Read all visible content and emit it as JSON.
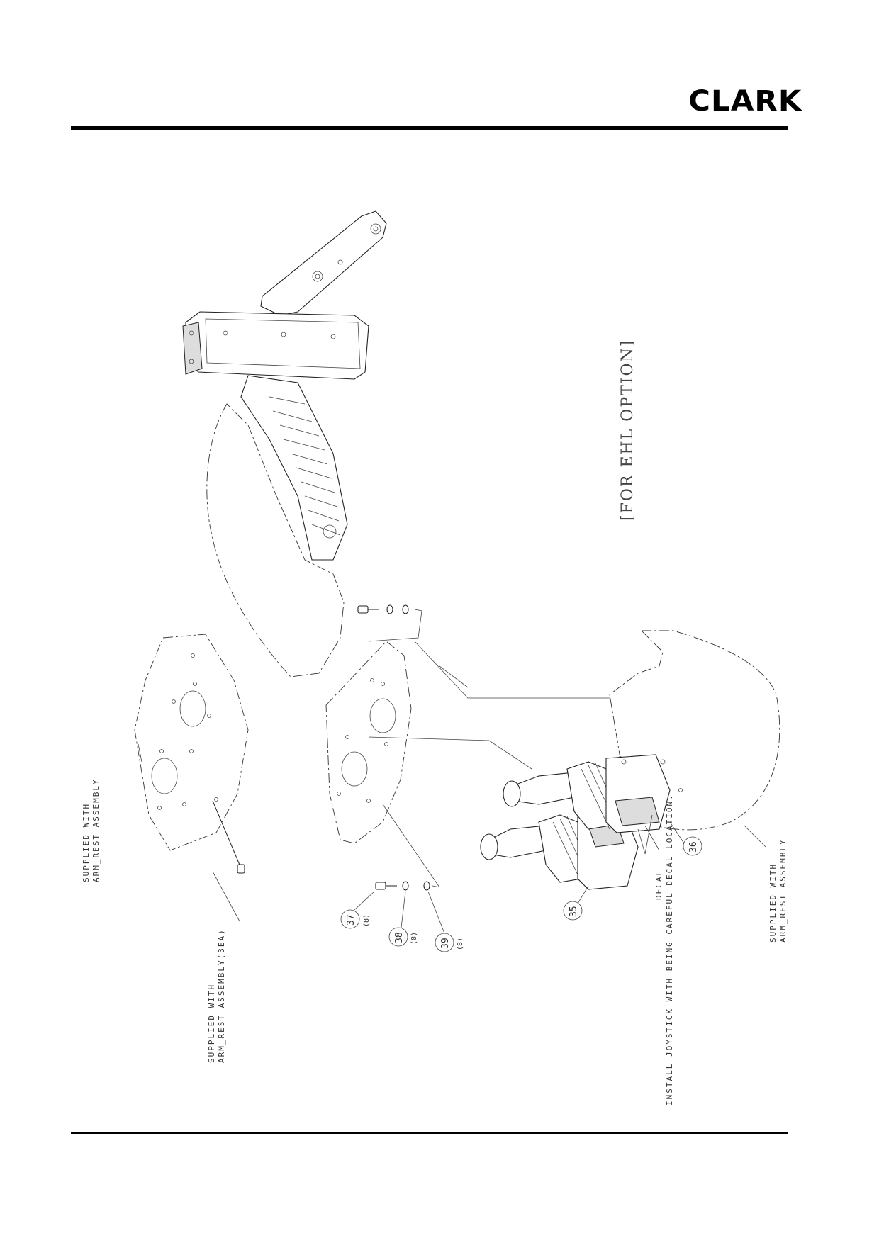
{
  "header": {
    "brand_logo": "CLARK"
  },
  "option_note": "[FOR EHL OPTION]",
  "labels": {
    "supplied_left_plate_line1": "SUPPLIED WITH",
    "supplied_left_plate_line2": "ARM_REST ASSEMBLY",
    "supplied_screws_line1": "SUPPLIED WITH",
    "supplied_screws_line2": "ARM_REST ASSEMBLY(3EA)",
    "supplied_right_cover_line1": "SUPPLIED WITH",
    "supplied_right_cover_line2": "ARM_REST ASSEMBLY",
    "decal": "DECAL",
    "install_note": "INSTALL JOYSTICK WITH BEING CAREFUL DECAL LOCATION."
  },
  "callouts": [
    {
      "number": "35",
      "qty": ""
    },
    {
      "number": "36",
      "qty": ""
    },
    {
      "number": "37",
      "qty": "(8)"
    },
    {
      "number": "38",
      "qty": "(8)"
    },
    {
      "number": "39",
      "qty": "(8)"
    }
  ]
}
